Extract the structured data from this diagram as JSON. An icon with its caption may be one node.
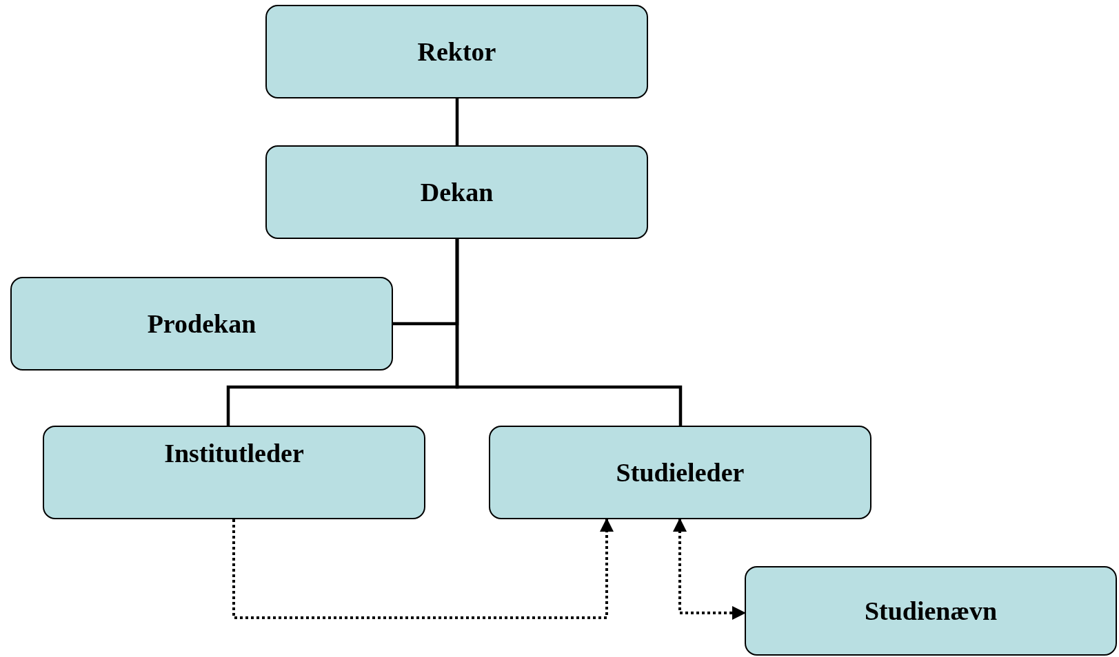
{
  "diagram": {
    "nodes": [
      {
        "text": [
          "Rektor"
        ]
      },
      {
        "text": [
          "Dekan"
        ]
      },
      {
        "text": [
          "Prodekan"
        ]
      },
      {
        "text": [
          "Institutleder"
        ]
      },
      {
        "text": [
          "Studieleder"
        ]
      },
      {
        "text": [
          "Studienævn"
        ]
      }
    ],
    "edges": [
      {
        "from": 0,
        "to": 1,
        "arrow": "none"
      },
      {
        "from": 1,
        "to": 2,
        "arrow": "none"
      },
      {
        "from": 1,
        "to": 3,
        "arrow": "none"
      },
      {
        "from": 1,
        "to": 4,
        "arrow": "none"
      },
      {
        "from": 3,
        "to": 4,
        "arrow": "to",
        "style": "dashed"
      },
      {
        "from": 4,
        "to": 5,
        "arrow": "both",
        "style": "dashed"
      }
    ]
  }
}
